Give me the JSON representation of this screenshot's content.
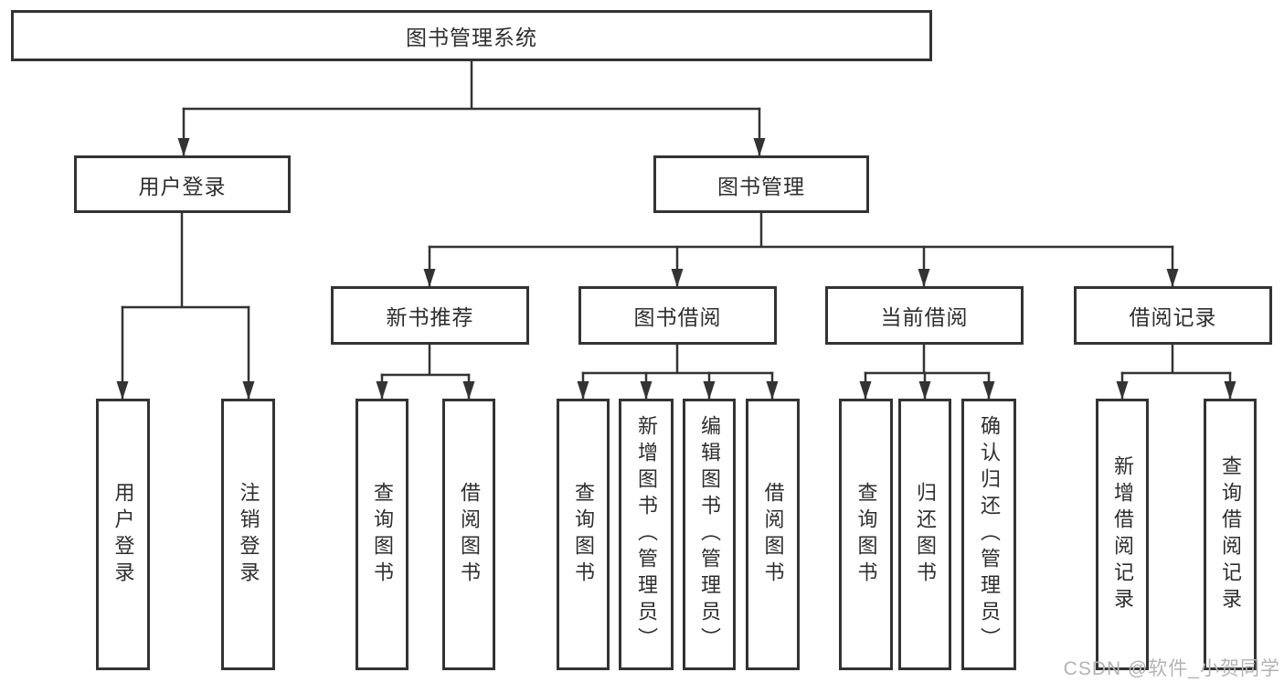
{
  "diagram": {
    "title": "图书管理系统",
    "root": {
      "label": "图书管理系统"
    },
    "level2": [
      {
        "label": "用户登录"
      },
      {
        "label": "图书管理"
      }
    ],
    "level3": [
      {
        "label": "新书推荐"
      },
      {
        "label": "图书借阅"
      },
      {
        "label": "当前借阅"
      },
      {
        "label": "借阅记录"
      }
    ],
    "leaves": {
      "user_login": [
        {
          "label": "用户登录"
        },
        {
          "label": "注销登录"
        }
      ],
      "new_book_recommend": [
        {
          "label": "查询图书"
        },
        {
          "label": "借阅图书"
        }
      ],
      "book_borrow": [
        {
          "label": "查询图书"
        },
        {
          "label": "新增图书（管理员）"
        },
        {
          "label": "编辑图书（管理员）"
        },
        {
          "label": "借阅图书"
        }
      ],
      "current_borrow": [
        {
          "label": "查询图书"
        },
        {
          "label": "归还图书"
        },
        {
          "label": "确认归还（管理员）"
        }
      ],
      "borrow_record": [
        {
          "label": "新增借阅记录"
        },
        {
          "label": "查询借阅记录"
        }
      ]
    },
    "watermark": "CSDN @软件_小贺同学",
    "colors": {
      "line": "#333333",
      "text": "#2e2e2e",
      "watermark": "#b3b3b3",
      "background": "#ffffff"
    }
  }
}
